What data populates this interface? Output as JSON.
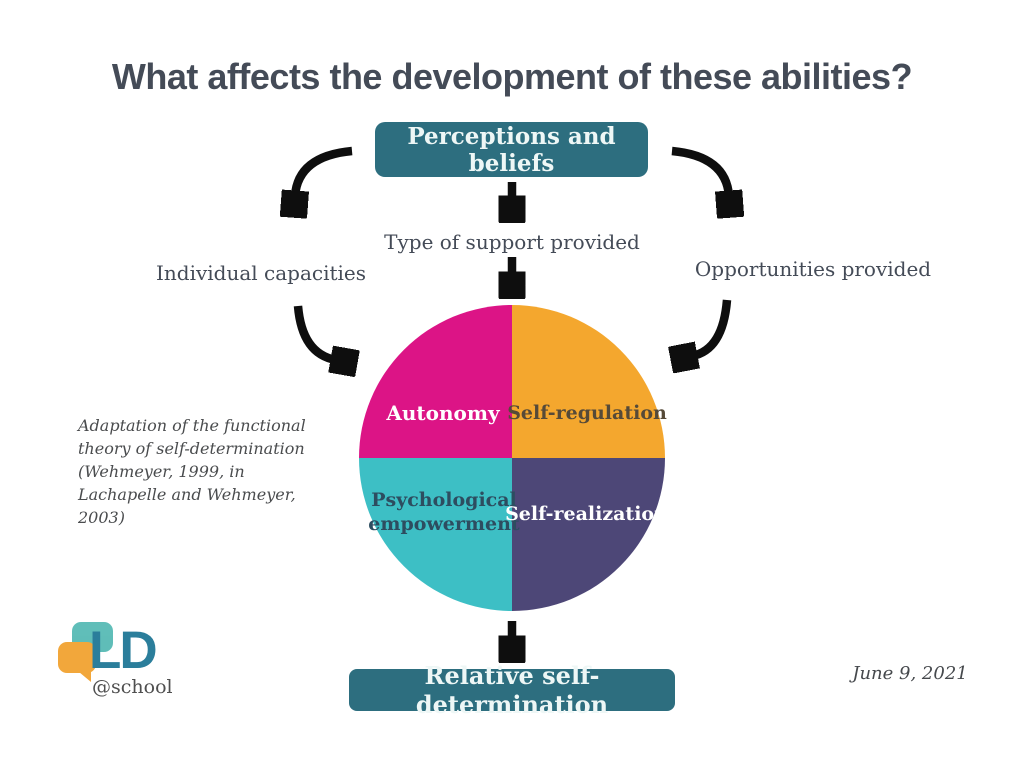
{
  "slide": {
    "title": "What affects the development of these abilities?",
    "date": "June 9, 2021"
  },
  "colors": {
    "ink": "#444b57",
    "arrow": "#0e0e0e",
    "box-teal": "#2d6e7f",
    "box-text": "#eef7f6",
    "quad-magenta": "#dc1486",
    "quad-orange": "#f4a72e",
    "quad-teal": "#3dbfc5",
    "quad-purple": "#4d4777",
    "text-on-orange": "#564a38",
    "text-on-teal": "#2d4d60",
    "logo-blue": "#2b7e9b",
    "logo-teal": "#52b8b3",
    "logo-orange": "#f2a73b"
  },
  "flow": {
    "top_box": "Perceptions and beliefs",
    "support_label": "Type of support provided",
    "left_factor": "Individual capacities",
    "right_factor": "Opportunities provided",
    "bottom_box": "Relative self-determination"
  },
  "pie": {
    "top_left": {
      "label": "Autonomy"
    },
    "top_right": {
      "label": "Self-regulation"
    },
    "bottom_left": {
      "label": "Psychological empowerment"
    },
    "bottom_right": {
      "label": "Self-realization"
    }
  },
  "citation": {
    "text": "Adaptation of the functional theory of self-determination (Wehmeyer, 1999, in Lachapelle and Wehmeyer, 2003)"
  },
  "logo": {
    "wordmark": "LD",
    "tagline": "@school"
  },
  "icons": {
    "arrows": [
      "curved-arrow-down-left",
      "curved-arrow-down-right",
      "straight-arrow-down",
      "curved-arrow-right",
      "curved-arrow-left"
    ],
    "logo_bubbles": [
      "speech-bubble-teal",
      "speech-bubble-orange"
    ]
  }
}
